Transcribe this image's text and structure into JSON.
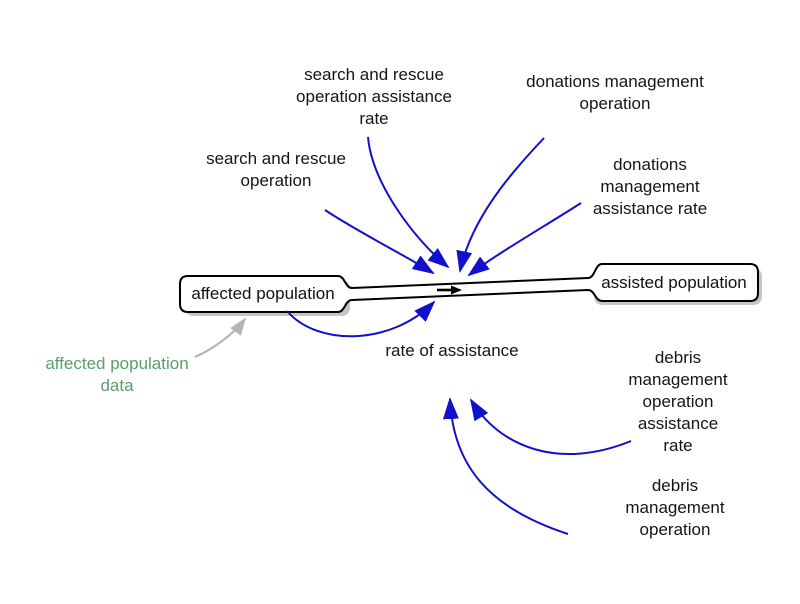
{
  "colors": {
    "background": "#ffffff",
    "causal_arrow_blue": "#1111cc",
    "data_arrow_gray": "#b5b5b5",
    "data_label_green": "#5a9e6c",
    "outline_black": "#000000",
    "shadow_gray": "#c5c5c5",
    "flow_arrow_black": "#000000"
  },
  "stocks": {
    "affected": {
      "label": "affected population"
    },
    "assisted": {
      "label": "assisted population"
    }
  },
  "flow": {
    "label": "rate of assistance"
  },
  "auxiliaries": {
    "sar_rate": {
      "label": "search and rescue\noperation assistance\nrate"
    },
    "sar_op": {
      "label": "search and rescue\noperation"
    },
    "donations_op": {
      "label": "donations management\noperation"
    },
    "donations_rate": {
      "label": "donations\nmanagement\nassistance rate"
    },
    "debris_rate": {
      "label": "debris management\noperation assistance\nrate"
    },
    "debris_op": {
      "label": "debris management\noperation"
    },
    "affected_data": {
      "label": "affected population\ndata"
    }
  }
}
